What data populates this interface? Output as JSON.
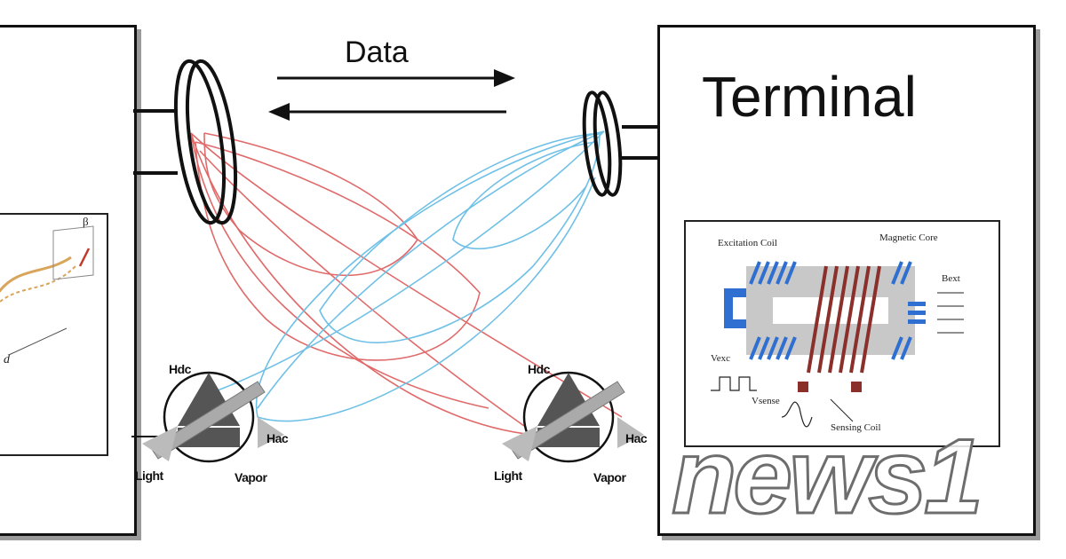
{
  "diagram": {
    "data_label": "Data",
    "terminal_title": "Terminal",
    "colors": {
      "field_red": "#e06a6a",
      "field_blue": "#6fc0e6",
      "coil_blue": "#2e6fd1",
      "coil_brown": "#8b2f2a"
    },
    "fluxgate": {
      "excitation_coil": "Excitation Coil",
      "magnetic_core": "Magnetic Core",
      "b_ext": "Bext",
      "v_exc": "Vexc",
      "v_sense": "Vsense",
      "sensing_coil": "Sensing Coil"
    },
    "sensor_left": {
      "hdc": "Hdc",
      "hac": "Hac",
      "light": "Light",
      "vapor": "Vapor"
    },
    "sensor_right": {
      "hdc": "Hdc",
      "hac": "Hac",
      "light": "Light",
      "vapor": "Vapor"
    },
    "left_inset": {
      "beta": "β",
      "d": "d"
    },
    "watermark": "news1"
  }
}
